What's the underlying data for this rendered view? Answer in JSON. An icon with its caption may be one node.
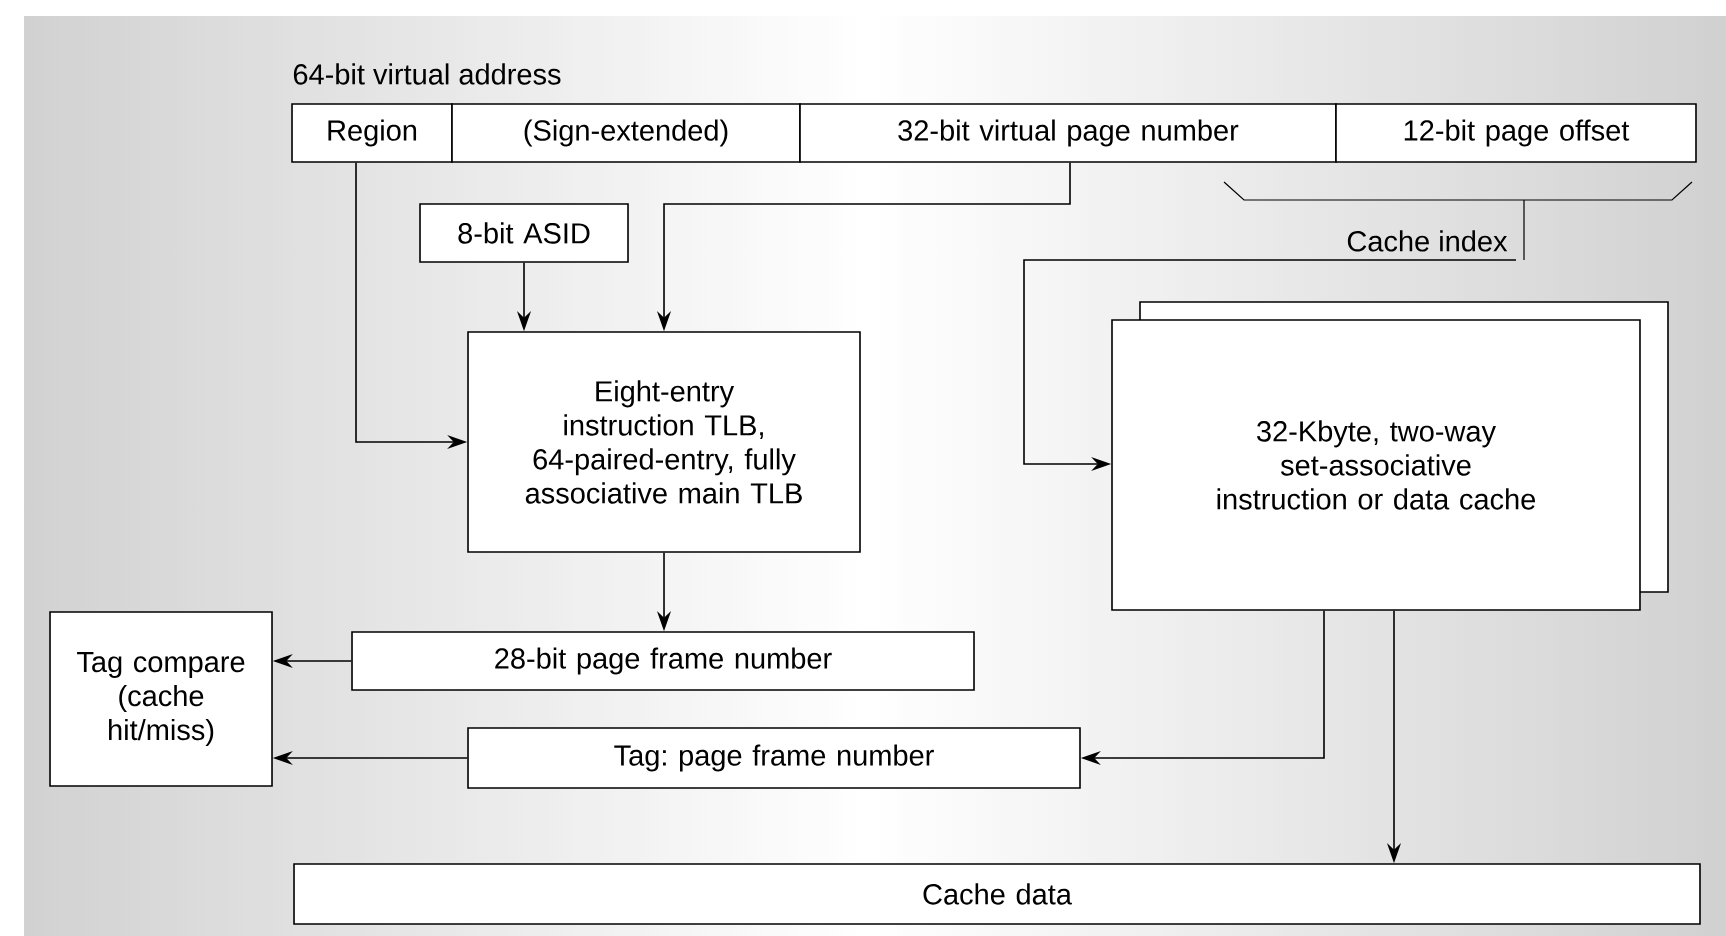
{
  "diagram": {
    "nodes": [
      {
        "text": [
          "Region"
        ]
      },
      {
        "text": [
          "(Sign-extended)"
        ]
      },
      {
        "text": [
          "32-bit virtual page number"
        ]
      },
      {
        "text": [
          "12-bit page offset"
        ]
      },
      {
        "text": [
          "8-bit ASID"
        ]
      },
      {
        "text": [
          "Cache index"
        ]
      },
      {
        "text": [
          "Eight-entry instruction TLB, 64-paired-entry, fully associative main TLB"
        ]
      },
      {
        "text": [
          "32-Kbyte, two-way set-associative instruction or data cache"
        ]
      },
      {
        "text": [
          "28-bit page frame number"
        ]
      },
      {
        "text": [
          "Tag compare (cache hit/miss)"
        ]
      },
      {
        "text": [
          "Tag: page frame number"
        ]
      },
      {
        "text": [
          "Cache data"
        ]
      }
    ],
    "edges": [
      {
        "from": 0,
        "to": 6,
        "arrow": "to"
      },
      {
        "from": 2,
        "to": 6,
        "arrow": "to"
      },
      {
        "from": 4,
        "to": 6,
        "arrow": "to"
      },
      {
        "from": 5,
        "to": 7,
        "arrow": "to"
      },
      {
        "from": 6,
        "to": 8,
        "arrow": "to"
      },
      {
        "from": 8,
        "to": 9,
        "arrow": "to"
      },
      {
        "from": 10,
        "to": 9,
        "arrow": "to"
      },
      {
        "from": 7,
        "to": 10,
        "arrow": "to"
      },
      {
        "from": 7,
        "to": 11,
        "arrow": "to"
      }
    ],
    "labels": [
      "64-bit virtual address"
    ]
  }
}
